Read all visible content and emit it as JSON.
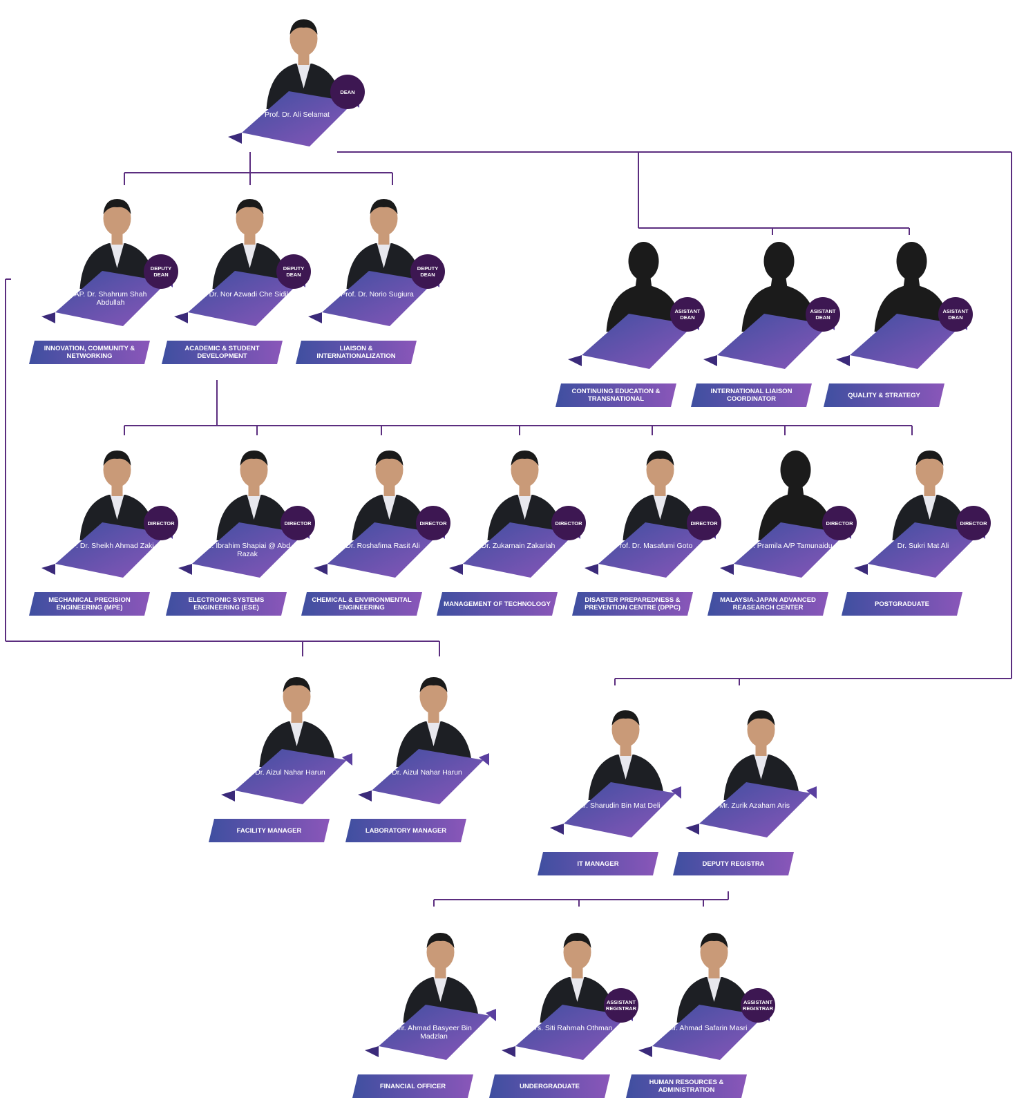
{
  "colors": {
    "connector": "#5b2d7f",
    "badge": "#3d1752",
    "card_a": "#3f4fa0",
    "card_b": "#8a56b9",
    "silhouette": "#1b1b1b",
    "suit": "#1d1f24"
  },
  "dean": {
    "name": "Prof. Dr. Ali Selamat",
    "badge": "DEAN"
  },
  "deputy_deans": [
    {
      "name": "AP. Dr. Shahrum Shah Abdullah",
      "badge": "DEPUTY DEAN",
      "role": "INNOVATION, COMMUNITY & NETWORKING"
    },
    {
      "name": "AP. Dr. Nor Azwadi Che Sidik",
      "badge": "DEPUTY DEAN",
      "role": "ACADEMIC & STUDENT DEVELOPMENT"
    },
    {
      "name": "Prof. Dr. Norio Sugiura",
      "badge": "DEPUTY DEAN",
      "role": "LIAISON & INTERNATIONALIZATION"
    }
  ],
  "assistant_deans": [
    {
      "name": "",
      "badge": "ASISTANT DEAN",
      "role": "CONTINUING EDUCATION & TRANSNATIONAL"
    },
    {
      "name": "",
      "badge": "ASISTANT DEAN",
      "role": "INTERNATIONAL LIAISON COORDINATOR"
    },
    {
      "name": "",
      "badge": "ASISTANT DEAN",
      "role": "QUALITY & STRATEGY"
    }
  ],
  "directors": [
    {
      "name": "AP. Dr. Sheikh Ahmad Zaki",
      "badge": "DIRECTOR",
      "role": "MECHANICAL PRECISION ENGINEERING (MPE)"
    },
    {
      "name": "Dr. Ibrahim Shapiai @ Abd Razak",
      "badge": "DIRECTOR",
      "role": "ELECTRONIC SYSTEMS ENGINEERING (ESE)"
    },
    {
      "name": "Dr. Roshafima Rasit Ali",
      "badge": "DIRECTOR",
      "role": "CHEMICAL & ENVIRONMENTAL ENGINEERING"
    },
    {
      "name": "Dr. Zukarnain Zakariah",
      "badge": "DIRECTOR",
      "role": "MANAGEMENT OF TECHNOLOGY"
    },
    {
      "name": "Prof. Dr. Masafumi Goto",
      "badge": "DIRECTOR",
      "role": "DISASTER PREPAREDNESS & PREVENTION CENTRE (DPPC)"
    },
    {
      "name": "Dr. Pramila A/P Tamunaidu",
      "badge": "DIRECTOR",
      "role": "MALAYSIA-JAPAN ADVANCED REASEARCH CENTER"
    },
    {
      "name": "Dr. Sukri Mat Ali",
      "badge": "DIRECTOR",
      "role": "POSTGRADUATE"
    }
  ],
  "managers": [
    {
      "name": "Dr. Aizul Nahar Harun",
      "role": "FACILITY MANAGER"
    },
    {
      "name": "Dr. Aizul Nahar Harun",
      "role": "LABORATORY MANAGER"
    }
  ],
  "admin": [
    {
      "name": "Mr. Sharudin Bin Mat Deli",
      "role": "IT MANAGER"
    },
    {
      "name": "Mr. Zurik Azaham Aris",
      "role": "DEPUTY REGISTRA"
    }
  ],
  "registry": [
    {
      "name": "Mr. Ahmad Basyeer Bin Madzlan",
      "badge": "",
      "role": "FINANCIAL OFFICER"
    },
    {
      "name": "Mrs. Siti Rahmah Othman",
      "badge": "ASSISTANT REGISTRAR",
      "role": "UNDERGRADUATE"
    },
    {
      "name": "Mr. Ahmad Safarin Masri",
      "badge": "ASSISTANT REGISTRAR",
      "role": "HUMAN RESOURCES & ADMINISTRATION"
    }
  ]
}
